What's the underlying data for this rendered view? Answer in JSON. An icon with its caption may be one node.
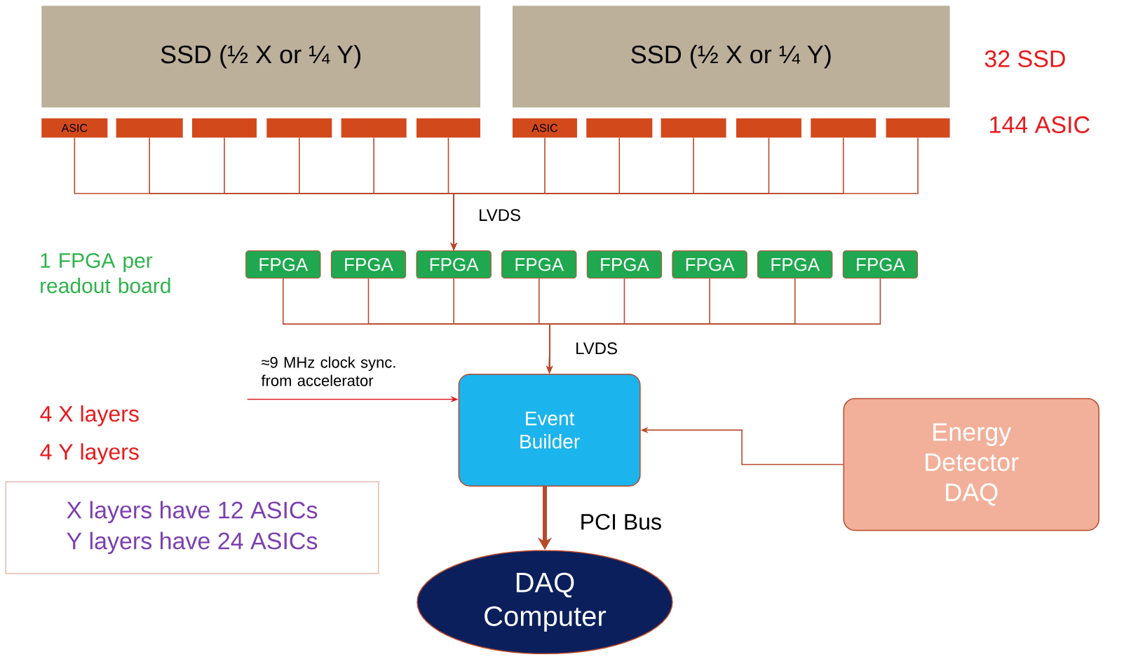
{
  "diagram": {
    "nodes": [
      {
        "text": [
          "SSD (½ X or ¼ Y)"
        ]
      },
      {
        "text": [
          "SSD (½ X or ¼ Y)"
        ]
      },
      {
        "text": [
          "ASIC"
        ]
      },
      {
        "text": [],
        "shape": "box"
      },
      {
        "text": [],
        "shape": "box"
      },
      {
        "text": [],
        "shape": "box"
      },
      {
        "text": [],
        "shape": "box"
      },
      {
        "text": [],
        "shape": "box"
      },
      {
        "text": [
          "ASIC"
        ]
      },
      {
        "text": [],
        "shape": "box"
      },
      {
        "text": [],
        "shape": "box"
      },
      {
        "text": [],
        "shape": "box"
      },
      {
        "text": [],
        "shape": "box"
      },
      {
        "text": [],
        "shape": "box"
      },
      {
        "text": [
          "FPGA"
        ]
      },
      {
        "text": [
          "FPGA"
        ]
      },
      {
        "text": [
          "FPGA"
        ]
      },
      {
        "text": [
          "FPGA"
        ]
      },
      {
        "text": [
          "FPGA"
        ]
      },
      {
        "text": [
          "FPGA"
        ]
      },
      {
        "text": [
          "FPGA"
        ]
      },
      {
        "text": [
          "FPGA"
        ]
      },
      {
        "text": [
          "Event Builder"
        ]
      },
      {
        "text": [
          "Energy Detector DAQ"
        ]
      },
      {
        "text": [
          "DAQ Computer"
        ]
      },
      {
        "text": [
          "X layers have 12 ASICs",
          "Y layers have 24 ASICs"
        ]
      }
    ],
    "edges": [
      {
        "from": 2,
        "to": 16,
        "arrow": "to"
      },
      {
        "from": 3,
        "to": 16,
        "arrow": "to"
      },
      {
        "from": 4,
        "to": 16,
        "arrow": "to"
      },
      {
        "from": 5,
        "to": 16,
        "arrow": "to"
      },
      {
        "from": 6,
        "to": 16,
        "arrow": "to"
      },
      {
        "from": 7,
        "to": 16,
        "arrow": "to",
        "label": "LVDS"
      },
      {
        "from": 8,
        "to": 16,
        "arrow": "to"
      },
      {
        "from": 9,
        "to": 16,
        "arrow": "to"
      },
      {
        "from": 10,
        "to": 16,
        "arrow": "to"
      },
      {
        "from": 11,
        "to": 16,
        "arrow": "to"
      },
      {
        "from": 12,
        "to": 16,
        "arrow": "to"
      },
      {
        "from": 13,
        "to": 16,
        "arrow": "to"
      },
      {
        "from": 14,
        "to": 22,
        "arrow": "to",
        "label": "LVDS"
      },
      {
        "from": 15,
        "to": 22,
        "arrow": "to"
      },
      {
        "from": 16,
        "to": 22,
        "arrow": "to"
      },
      {
        "from": 17,
        "to": 22,
        "arrow": "to"
      },
      {
        "from": 18,
        "to": 22,
        "arrow": "to"
      },
      {
        "from": 19,
        "to": 22,
        "arrow": "to"
      },
      {
        "from": 20,
        "to": 22,
        "arrow": "to"
      },
      {
        "from": 21,
        "to": 22,
        "arrow": "to"
      },
      {
        "from": null,
        "to": 22,
        "arrow": "to",
        "label": "≈9 MHz clock sync. from accelerator",
        "color": "#e01b22"
      },
      {
        "from": 23,
        "to": 22,
        "arrow": "to"
      },
      {
        "from": 22,
        "to": 24,
        "arrow": "to",
        "label": "PCI Bus",
        "style": "thick"
      }
    ],
    "labels": [
      "32 SSD",
      "144 ASIC",
      "1 FPGA per readout board",
      "4 X layers",
      "4 Y layers"
    ]
  }
}
